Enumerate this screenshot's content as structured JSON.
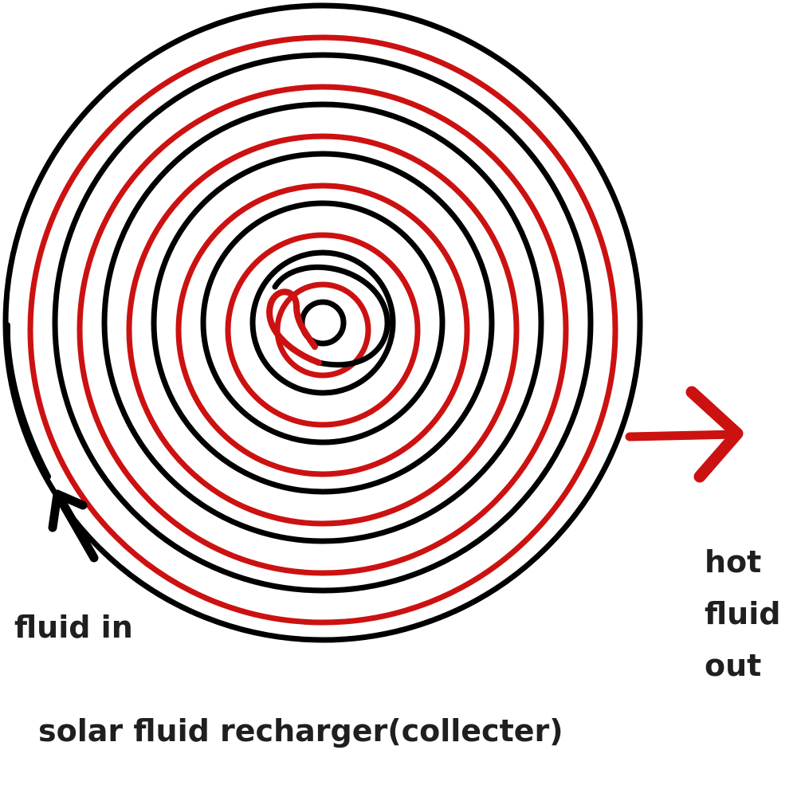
{
  "diagram": {
    "inlet_label": "fluid in",
    "outlet_label_lines": [
      "hot",
      "fluid",
      "out"
    ],
    "caption": "solar fluid recharger(collecter)",
    "colors": {
      "cold_line": "#000000",
      "hot_line": "#cc1111",
      "text": "#1f1f1f",
      "background": "#ffffff"
    },
    "icons": {
      "inlet_arrow": "arrow-up-left-icon",
      "outlet_arrow": "arrow-right-icon"
    }
  }
}
